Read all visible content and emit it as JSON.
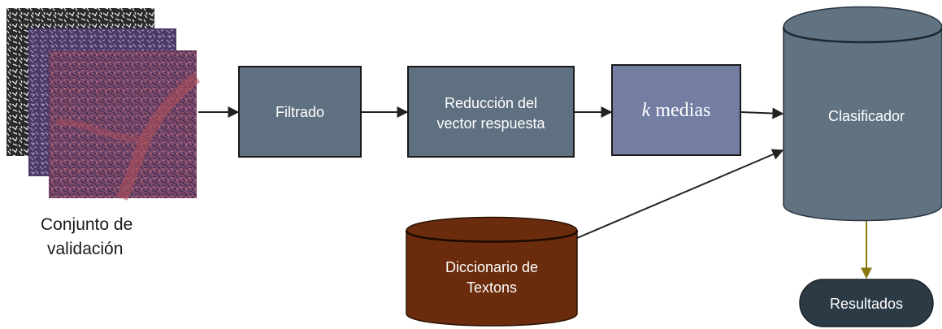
{
  "input_set": {
    "label_line1": "Conjunto de",
    "label_line2": "validación"
  },
  "steps": {
    "filtering": "Filtrado",
    "reduction_line1": "Reducción del",
    "reduction_line2": "vector respuesta",
    "kmeans_var": "k",
    "kmeans_word": "medias"
  },
  "classifier": {
    "label": "Clasificador"
  },
  "dictionary": {
    "line1": "Diccionario de",
    "line2": "Textons"
  },
  "results": {
    "label": "Resultados"
  },
  "colors": {
    "box": "#5f7080",
    "kmeans_box": "#747ea3",
    "cylinder": "#617381",
    "dictionary": "#6a2c0c",
    "results": "#2c3a46",
    "results_arrow": "#8a7a12"
  }
}
